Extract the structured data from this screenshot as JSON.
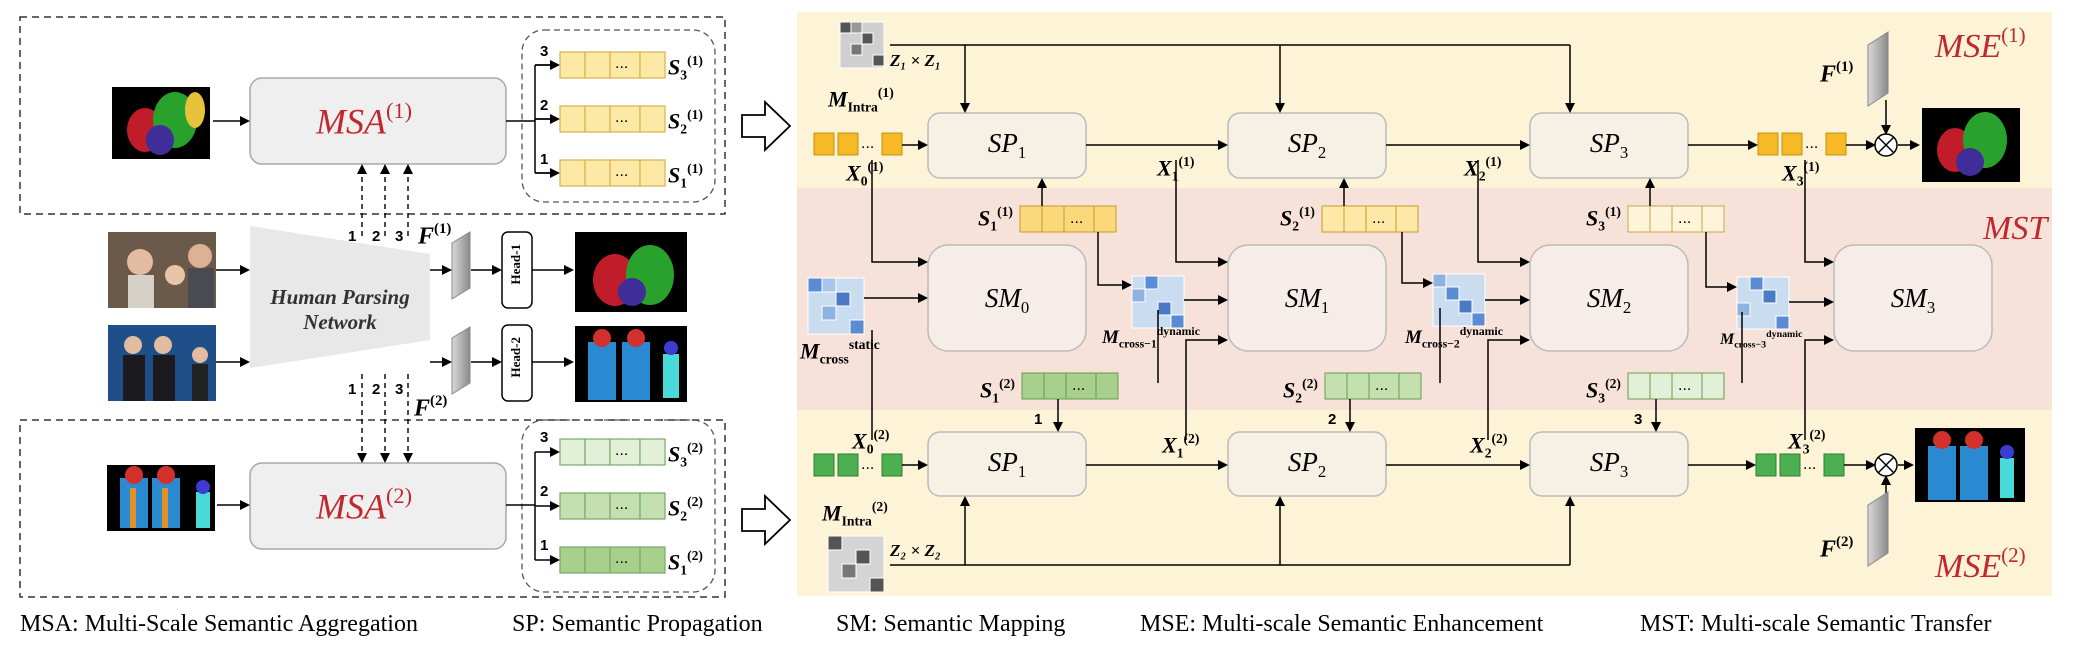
{
  "left_top": {
    "module": "MSA",
    "sup": "(1)",
    "sets": [
      {
        "n": "3",
        "s": "S",
        "sub": "3",
        "sup": "(1)"
      },
      {
        "n": "2",
        "s": "S",
        "sub": "2",
        "sup": "(1)"
      },
      {
        "n": "1",
        "s": "S",
        "sub": "1",
        "sup": "(1)"
      }
    ]
  },
  "left_bottom": {
    "module": "MSA",
    "sup": "(2)",
    "sets": [
      {
        "n": "3",
        "s": "S",
        "sub": "3",
        "sup": "(2)"
      },
      {
        "n": "2",
        "s": "S",
        "sub": "2",
        "sup": "(2)"
      },
      {
        "n": "1",
        "s": "S",
        "sub": "1",
        "sup": "(2)"
      }
    ]
  },
  "network": {
    "line1": "Human Parsing",
    "line2": "Network",
    "head1": "Head-1",
    "head2": "Head-2"
  },
  "arrow_nums": [
    "1",
    "2",
    "3"
  ],
  "F1": {
    "s": "F",
    "sup": "(1)"
  },
  "F2": {
    "s": "F",
    "sup": "(2)"
  },
  "ellipsis": "...",
  "right": {
    "mse_top": {
      "s": "MSE",
      "sup": "(1)"
    },
    "mse_bottom": {
      "s": "MSE",
      "sup": "(2)"
    },
    "mst": "MST",
    "z1": "Z₁ × Z₁",
    "z2": "Z₂ × Z₂",
    "m_intra1": {
      "s": "M",
      "sub": "Intra",
      "sup": "(1)"
    },
    "m_intra2": {
      "s": "M",
      "sub": "Intra",
      "sup": "(2)"
    },
    "m_static": {
      "s": "M",
      "sub": "cross",
      "sup": "static"
    },
    "m_dyn": [
      {
        "s": "M",
        "sub": "cross−1",
        "sup": "dynamic"
      },
      {
        "s": "M",
        "sub": "cross−2",
        "sup": "dynamic"
      },
      {
        "s": "M",
        "sub": "cross−3",
        "sup": "dynamic"
      }
    ],
    "sp_top": [
      {
        "s": "SP",
        "sub": "1"
      },
      {
        "s": "SP",
        "sub": "2"
      },
      {
        "s": "SP",
        "sub": "3"
      }
    ],
    "sp_bottom": [
      {
        "s": "SP",
        "sub": "1"
      },
      {
        "s": "SP",
        "sub": "2"
      },
      {
        "s": "SP",
        "sub": "3"
      }
    ],
    "sm": [
      {
        "s": "SM",
        "sub": "0"
      },
      {
        "s": "SM",
        "sub": "1"
      },
      {
        "s": "SM",
        "sub": "2"
      },
      {
        "s": "SM",
        "sub": "3"
      }
    ],
    "x_top": [
      {
        "s": "X",
        "sub": "0",
        "sup": "(1)"
      },
      {
        "s": "X",
        "sub": "1",
        "sup": "(1)"
      },
      {
        "s": "X",
        "sub": "2",
        "sup": "(1)"
      },
      {
        "s": "X",
        "sub": "3",
        "sup": "(1)"
      }
    ],
    "x_bottom": [
      {
        "s": "X",
        "sub": "0",
        "sup": "(2)"
      },
      {
        "s": "X",
        "sub": "1",
        "sup": "(2)"
      },
      {
        "s": "X",
        "sub": "2",
        "sup": "(2)"
      },
      {
        "s": "X",
        "sub": "3",
        "sup": "(2)"
      }
    ],
    "s_top": [
      {
        "s": "S",
        "sub": "1",
        "sup": "(1)"
      },
      {
        "s": "S",
        "sub": "2",
        "sup": "(1)"
      },
      {
        "s": "S",
        "sub": "3",
        "sup": "(1)"
      }
    ],
    "s_bottom": [
      {
        "s": "S",
        "sub": "1",
        "sup": "(2)"
      },
      {
        "s": "S",
        "sub": "2",
        "sup": "(2)"
      },
      {
        "s": "S",
        "sub": "3",
        "sup": "(2)"
      }
    ],
    "s_bottom_nums": [
      "1",
      "2",
      "3"
    ]
  },
  "legend": [
    "MSA: Multi-Scale Semantic Aggregation",
    "SP: Semantic Propagation",
    "SM: Semantic Mapping",
    "MSE: Multi-scale Semantic Enhancement",
    "MST: Multi-scale Semantic Transfer"
  ],
  "colors": {
    "yellow_bg": "#fdf3d6",
    "pink_bg": "#f7e2da",
    "module_red": "#c0282d",
    "yellow_cell": "#fbd97a",
    "green_cell": "#8fc97a"
  }
}
